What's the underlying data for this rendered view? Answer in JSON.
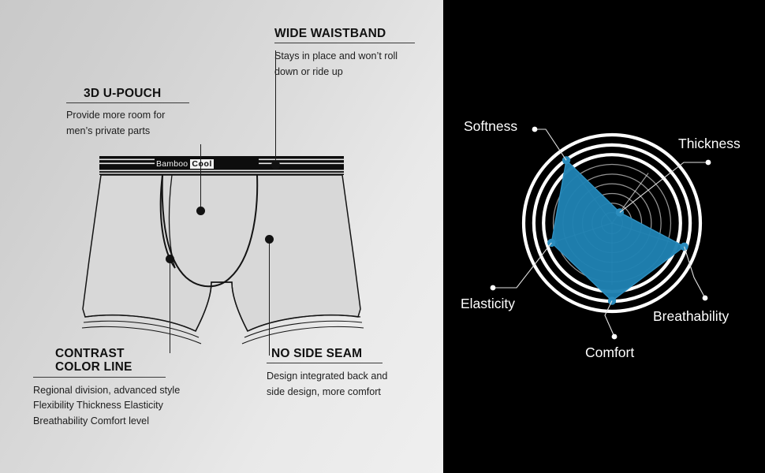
{
  "left": {
    "product_label": {
      "brand": "Bamboo",
      "badge": "Cool"
    },
    "callouts": [
      {
        "id": "3d-u-pouch",
        "heading": "3D U-POUCH",
        "body": "Provide more room for\nmen’s private parts"
      },
      {
        "id": "wide-waistband",
        "heading": "WIDE WAISTBAND",
        "body": "Stays in place and won’t roll\ndown or ride up"
      },
      {
        "id": "contrast-color-line",
        "heading": "CONTRAST\nCOLOR LINE",
        "body": "Regional division, advanced style\nFlexibility Thickness Elasticity\nBreathability  Comfort level"
      },
      {
        "id": "no-side-seam",
        "heading": "NO SIDE SEAM",
        "body": "Design integrated back and\nside design, more comfort"
      }
    ]
  },
  "colors": {
    "panel_light": "#dcdcdc",
    "panel_dark": "#000000",
    "ink": "#121212",
    "radar_fill": "#1f81b2",
    "radar_stroke": "#2e8fc0",
    "radar_ring": "#ffffff",
    "label_text": "#ffffff"
  },
  "chart_data": {
    "type": "radar",
    "title": "",
    "categories": [
      "Softness",
      "Thickness",
      "Breathability",
      "Comfort",
      "Elasticity"
    ],
    "values": [
      0.88,
      0.15,
      0.86,
      0.88,
      0.72
    ],
    "scale_max": 1,
    "rings": 4,
    "grid": true,
    "legend": "none",
    "series": [
      {
        "name": "Bamboo Cool",
        "values": [
          0.88,
          0.15,
          0.86,
          0.88,
          0.72
        ]
      }
    ],
    "axis_angles_deg": [
      234,
      306,
      18,
      90,
      162
    ],
    "notes": "Five-axis radar; Thickness sits near the centre, all other attributes near the outer ring."
  }
}
